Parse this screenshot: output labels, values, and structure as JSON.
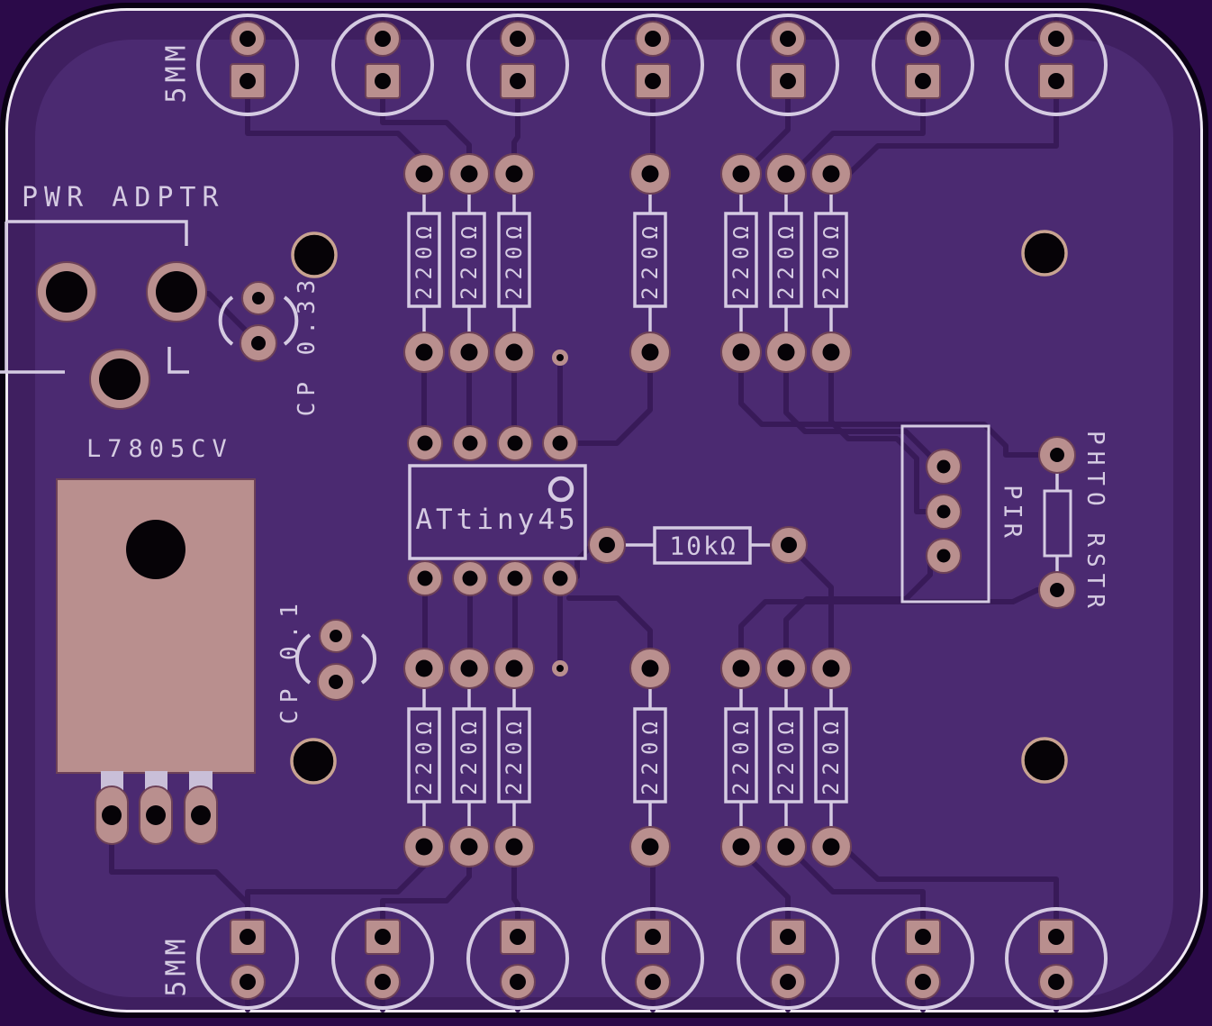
{
  "board": {
    "silkscreen": {
      "power_connector_label": "PWR ADPTR",
      "regulator_label": "L7805CV",
      "mcu_label": "ATtiny45",
      "resistor_value_label": "220Ω",
      "series_resistor_label": "10kΩ",
      "pir_connector_label": "PIR",
      "photoresistor_label": "PHTO RSTR",
      "led_size_label_top": "5MM",
      "led_size_label_bottom": "5MM",
      "capacitor_033_label": "CP 0.33",
      "capacitor_01_label": "CP 0.1"
    },
    "counts": {
      "led_footprints": 14,
      "resistors_220": 14,
      "mounting_holes": 4,
      "mcu_pads": 8,
      "pir_pins": 3
    },
    "colors": {
      "background": "#2b0a49",
      "board_margin": "#3f1f60",
      "copper_pour": "#4b2a71",
      "trace": "#381a58",
      "pad_copper": "#b98f8e",
      "pad_ring": "#6d4157",
      "leg_metal": "#c9bfd8",
      "silkscreen": "#d5cbe2",
      "drill_hole": "#060307",
      "edge_line": "#efe9f3"
    }
  }
}
